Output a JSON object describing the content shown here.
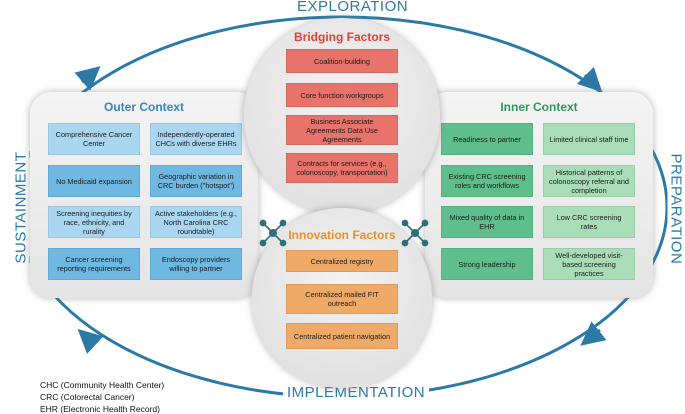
{
  "phases": {
    "top": "EXPLORATION",
    "right": "PREPARATION",
    "bottom": "IMPLEMENTATION",
    "left": "SUSTAINMENT"
  },
  "bridging": {
    "title": "Bridging Factors",
    "items": [
      "Coalition-building",
      "Core function workgroups",
      "Business Associate Agreements Data Use Agreements",
      "Contracts for services (e.g., colonoscopy, transportation)"
    ]
  },
  "outer": {
    "title": "Outer Context",
    "items": [
      "Comprehensive Cancer Center",
      "Independently-operated CHCs with diverse EHRs",
      "No Medicaid expansion",
      "Geographic variation in CRC burden (\"hotspot\")",
      "Screening inequities by race, ethnicity, and rurality",
      "Active stakeholders (e.g., North Carolina CRC roundtable)",
      "Cancer screening reporting requirements",
      "Endoscopy providers willing to partner"
    ]
  },
  "inner": {
    "title": "Inner Context",
    "items": [
      "Readiness to partner",
      "Limited clinical staff time",
      "Existing CRC screening roles and workflows",
      "Historical patterns of colonoscopy referral and completion",
      "Mixed quality of data in EHR",
      "Low CRC screening rates",
      "Strong leadership",
      "Well-developed visit-based screening practices"
    ]
  },
  "innovation": {
    "title": "Innovation Factors",
    "items": [
      "Centralized registry",
      "Centralized mailed FIT outreach",
      "Centralized patient navigation"
    ]
  },
  "footnotes": [
    "CHC (Community Health Center)",
    "CRC (Colorectal Cancer)",
    "EHR (Electronic Health Record)"
  ],
  "colors": {
    "phase": "#2b7aa6",
    "outer_title": "#3a86c0",
    "inner_title": "#2e9a5e",
    "bridging_title": "#e0403a",
    "innovation_title": "#ef8f2c",
    "connector": "#2f6f7a"
  }
}
